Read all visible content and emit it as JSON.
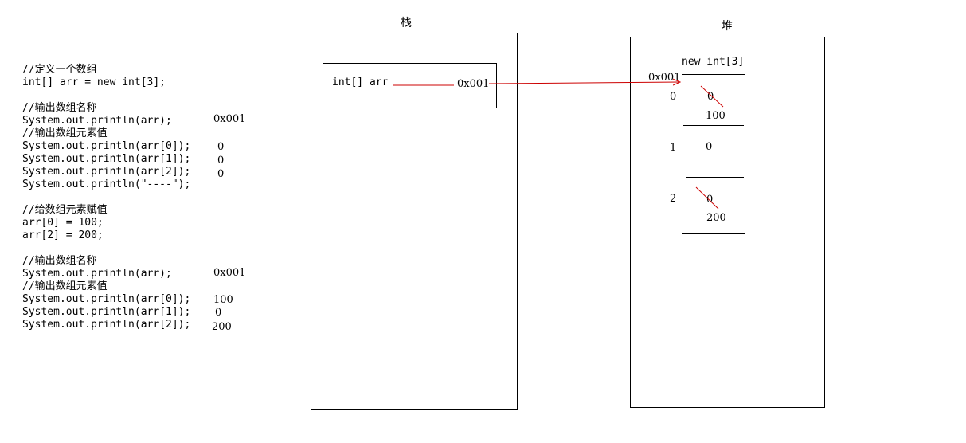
{
  "code": {
    "lines": [
      "//定义一个数组",
      "int[] arr = new int[3];",
      "",
      "//输出数组名称",
      "System.out.println(arr);",
      "//输出数组元素值",
      "System.out.println(arr[0]);",
      "System.out.println(arr[1]);",
      "System.out.println(arr[2]);",
      "System.out.println(\"----\");",
      "",
      "//给数组元素赋值",
      "arr[0] = 100;",
      "arr[2] = 200;",
      "",
      "//输出数组名称",
      "System.out.println(arr);",
      "//输出数组元素值",
      "System.out.println(arr[0]);",
      "System.out.println(arr[1]);",
      "System.out.println(arr[2]);"
    ],
    "outputs_first": [
      "0x001",
      "0",
      "0",
      "0"
    ],
    "outputs_second": [
      "0x001",
      "100",
      "0",
      "200"
    ]
  },
  "stack": {
    "title": "栈",
    "var_label": "int[] arr",
    "var_value": "0x001"
  },
  "heap": {
    "title": "堆",
    "object_label": "new int[3]",
    "address": "0x001",
    "indices": [
      "0",
      "1",
      "2"
    ],
    "cells": [
      {
        "old": "0",
        "new": "100"
      },
      {
        "old": "0",
        "new": ""
      },
      {
        "old": "0",
        "new": "200"
      }
    ]
  },
  "colors": {
    "arrow": "#cc0000",
    "strike": "#cc0000",
    "border": "#000000"
  }
}
